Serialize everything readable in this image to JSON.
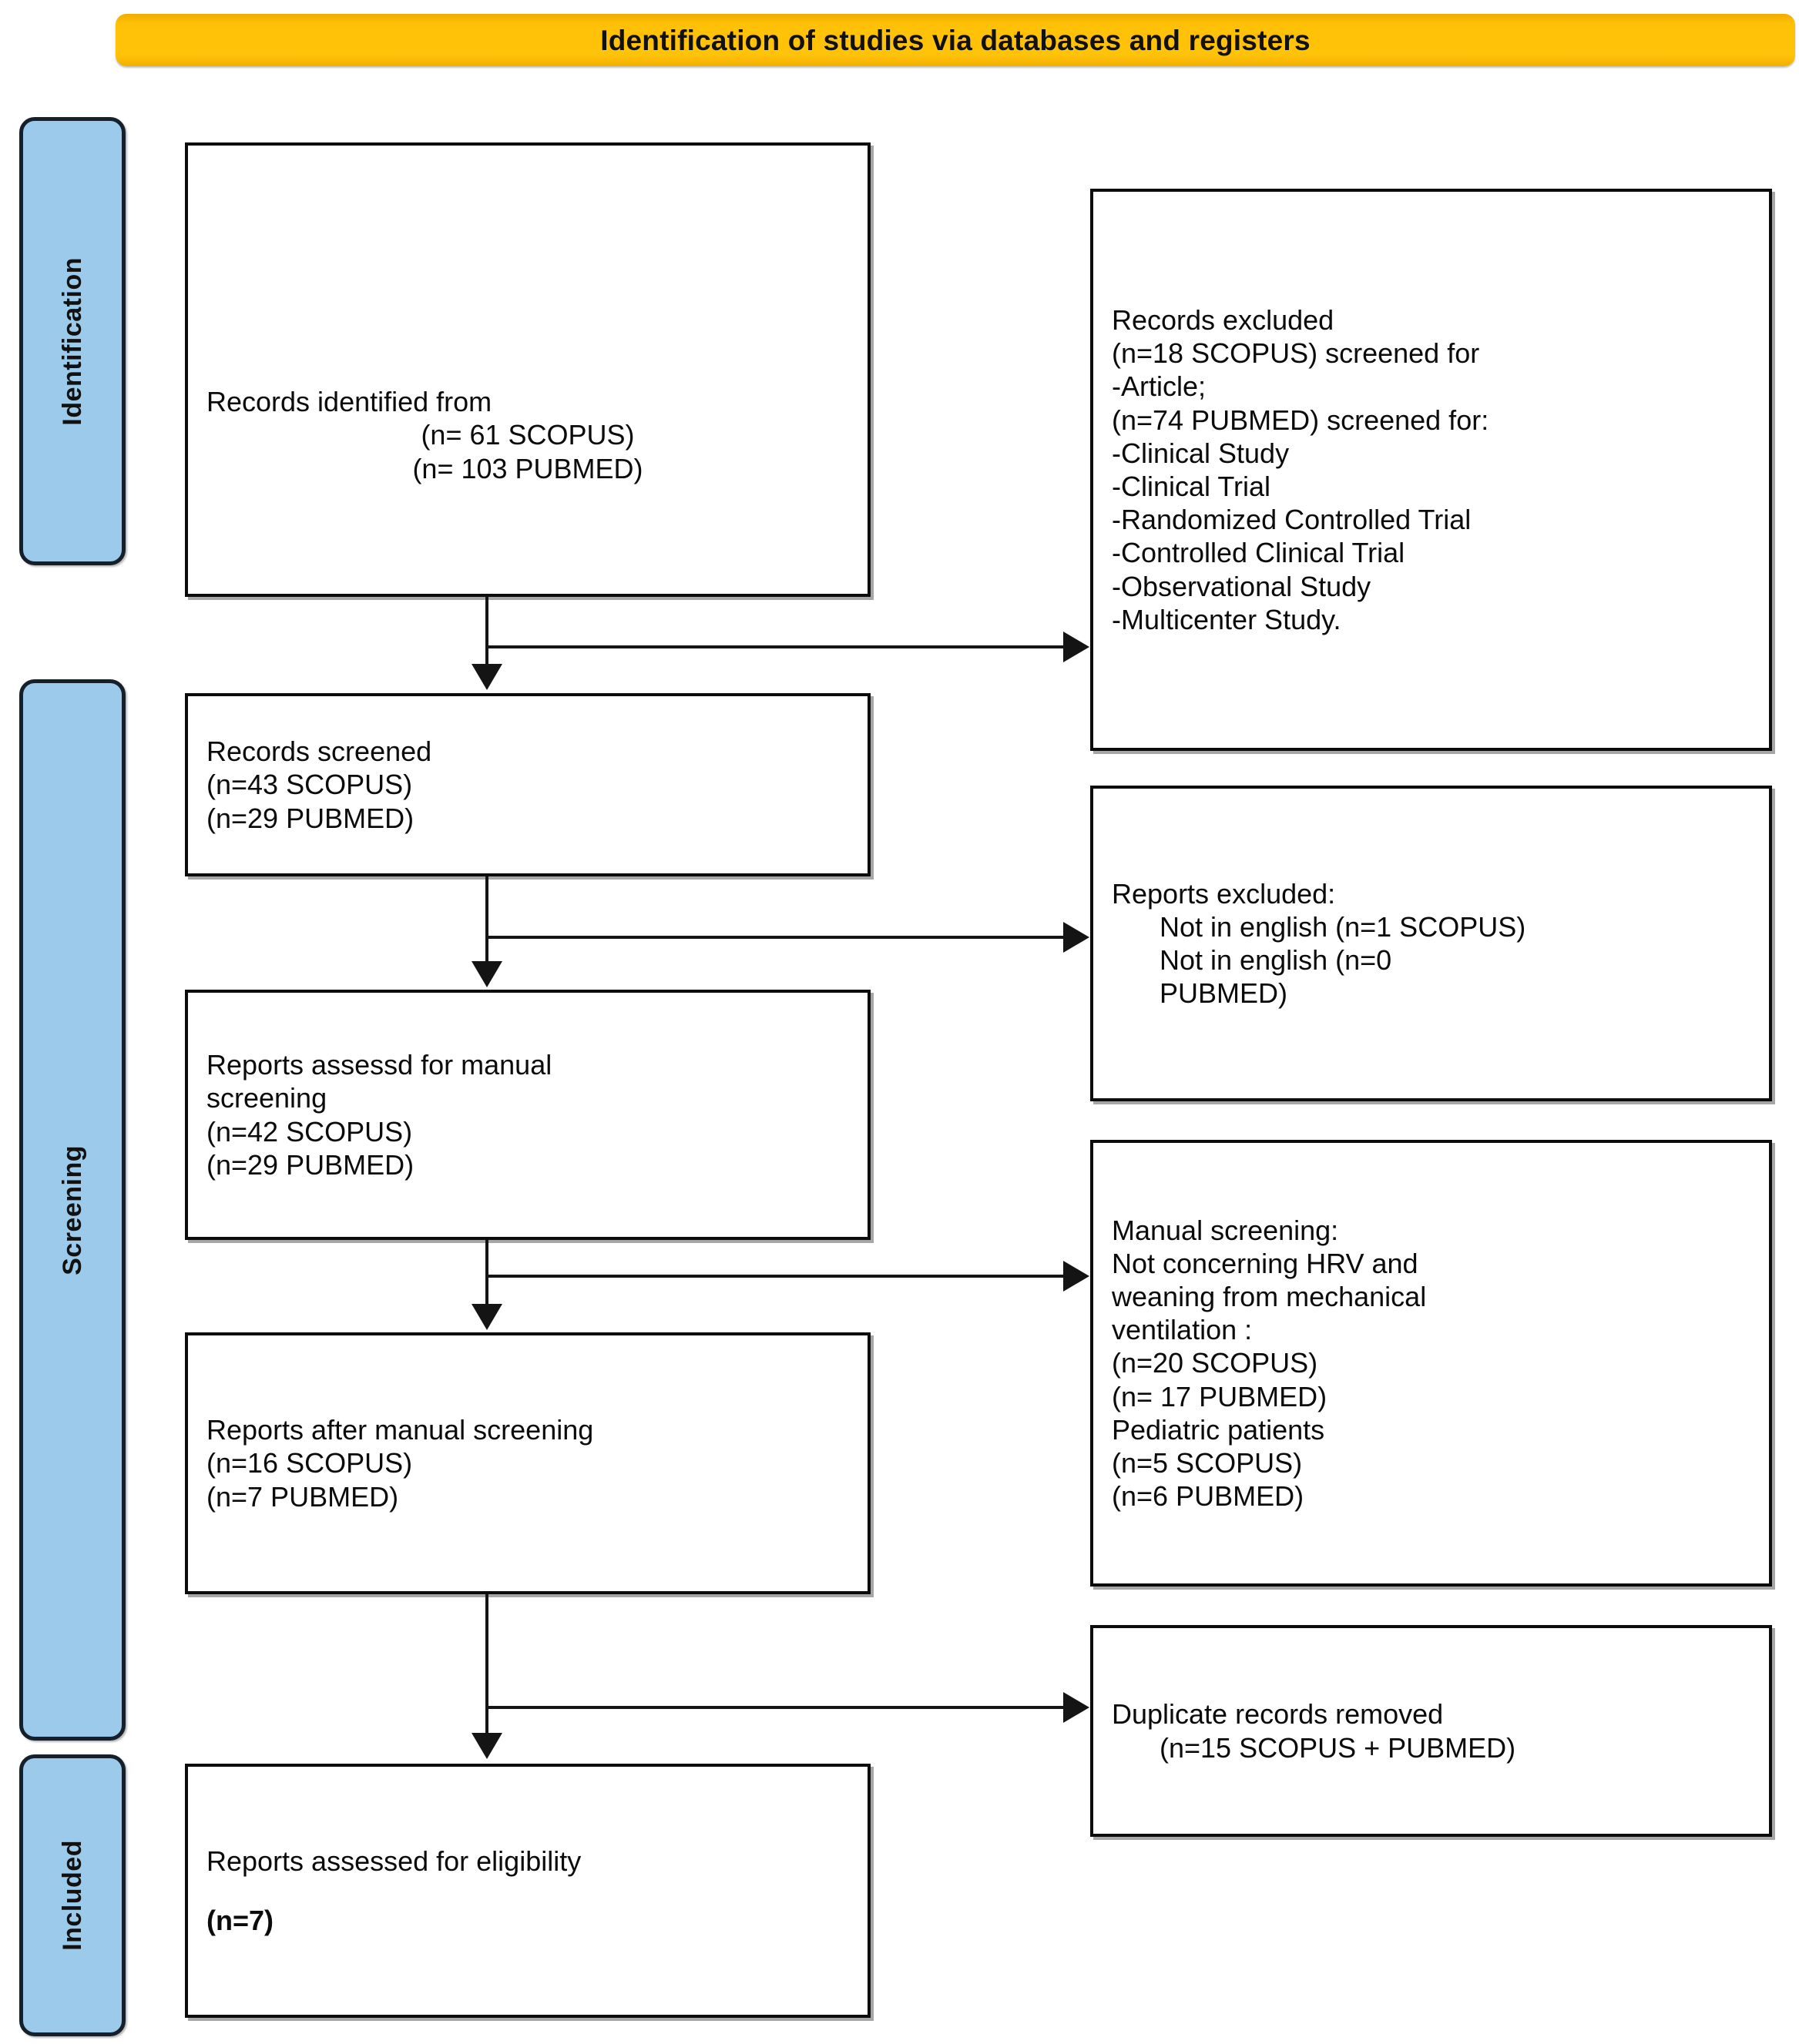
{
  "banner": {
    "title": "Identification of studies via databases and registers",
    "color": "#FFC107"
  },
  "phases": {
    "identification": "Identification",
    "screening": "Screening",
    "included": "Included",
    "color": "#9CCAEA"
  },
  "boxes": {
    "identified": {
      "line1": "Records identified from",
      "line2": "(n= 61 SCOPUS)",
      "line3": "(n= 103 PUBMED)"
    },
    "records_excluded": {
      "line1": "Records excluded",
      "line2": "(n=18 SCOPUS) screened for",
      "line3": "-Article;",
      "line4": "(n=74 PUBMED) screened for:",
      "line5": "-Clinical Study",
      "line6": "-Clinical Trial",
      "line7": "-Randomized Controlled Trial",
      "line8": "-Controlled Clinical Trial",
      "line9": "-Observational Study",
      "line10": "-Multicenter Study."
    },
    "screened": {
      "line1": "Records screened",
      "line2": "(n=43 SCOPUS)",
      "line3": "(n=29 PUBMED)"
    },
    "reports_excluded": {
      "line1": "Reports excluded:",
      "line2": "Not in english (n=1 SCOPUS)",
      "line3": "Not in english (n=0",
      "line4": "PUBMED)"
    },
    "assessed_manual": {
      "line1": "Reports assessd for manual",
      "line2": "screening",
      "line3": "(n=42 SCOPUS)",
      "line4": "(n=29 PUBMED)"
    },
    "manual_screening": {
      "line1": "Manual screening:",
      "line2": "Not concerning HRV and",
      "line3": "weaning from mechanical",
      "line4": "ventilation :",
      "line5": "(n=20 SCOPUS)",
      "line6": "(n= 17 PUBMED)",
      "line7": "Pediatric patients",
      "line8": "(n=5 SCOPUS)",
      "line9": "(n=6 PUBMED)"
    },
    "after_manual": {
      "line1": "Reports after manual screening",
      "line2": "(n=16 SCOPUS)",
      "line3": "(n=7 PUBMED)"
    },
    "duplicates": {
      "line1": "Duplicate records removed",
      "line2": "(n=15 SCOPUS + PUBMED)"
    },
    "eligibility": {
      "line1": "Reports assessed for eligibility",
      "line2": "(n=7)"
    }
  }
}
